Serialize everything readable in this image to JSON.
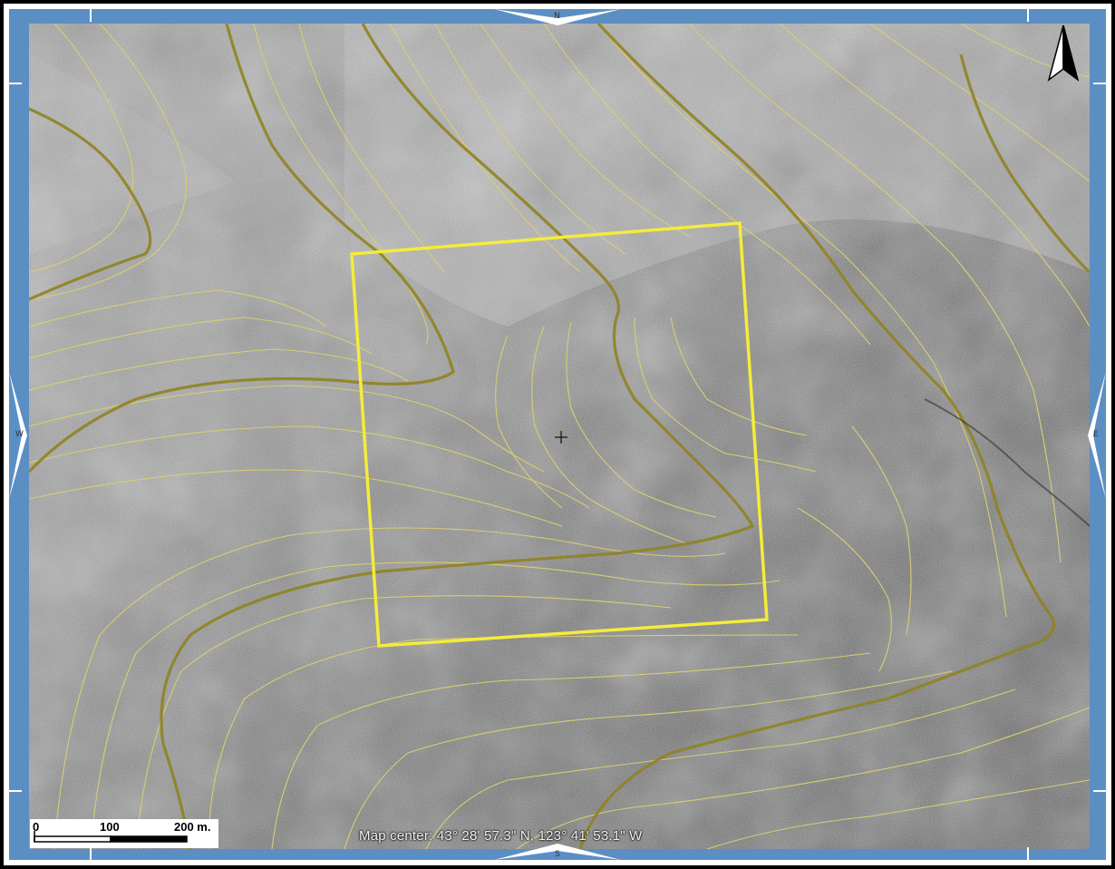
{
  "map": {
    "directions": {
      "north": "N",
      "south": "S",
      "east": "E",
      "west": "W"
    },
    "center_readout": "Map center: 43° 28' 57.3\" N, 123° 41' 53.1\" W",
    "scale_bar": {
      "ticks": [
        "0",
        "100",
        "200 m."
      ]
    },
    "icons": {
      "north_arrow": "north-arrow-icon",
      "center_crosshair": "crosshair-icon"
    },
    "colors": {
      "frame_blue": "#5b8fc4",
      "contour_minor": "#d8cd72",
      "contour_index": "#8f8320",
      "selection_box": "#f4ec3a",
      "imagery_base": "#8d8d8d"
    }
  }
}
